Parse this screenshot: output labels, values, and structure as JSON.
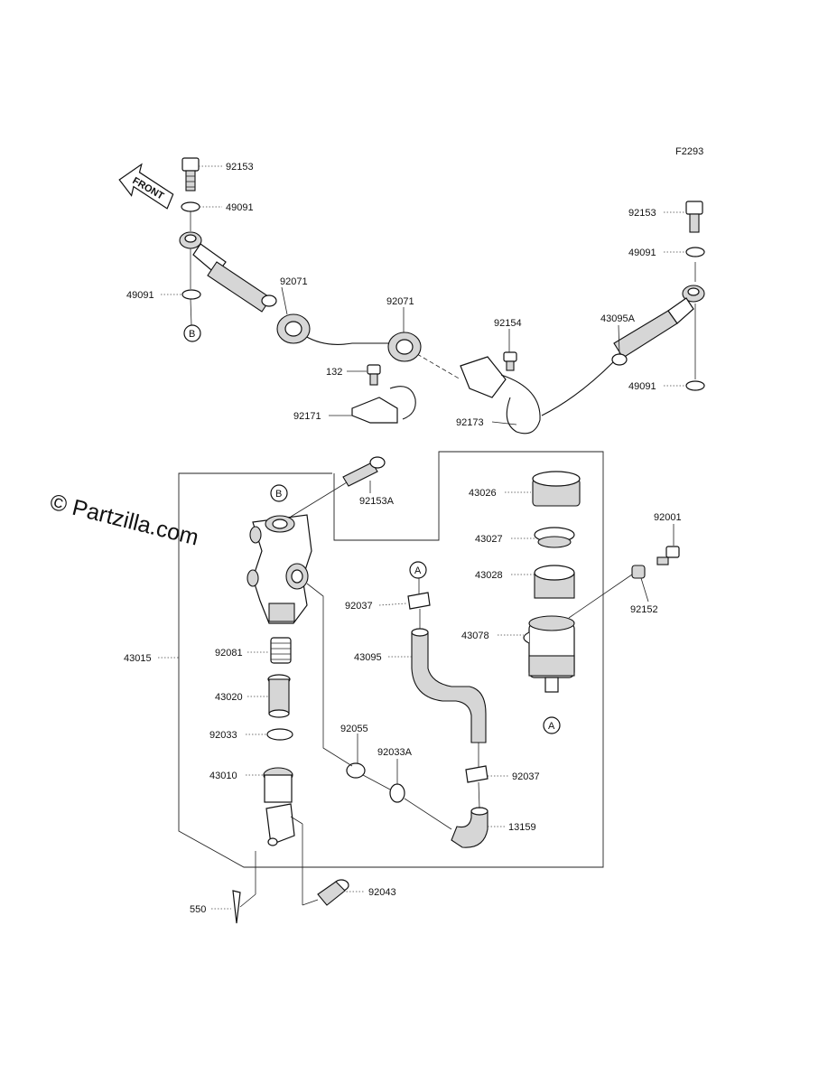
{
  "diagram_code": "F2293",
  "watermark": "© Partzilla.com",
  "front_arrow_label": "FRONT",
  "connector_labels": {
    "a": "A",
    "b": "B"
  },
  "parts": [
    {
      "id": "92153_top_left",
      "number": "92153"
    },
    {
      "id": "49091_top_left",
      "number": "49091"
    },
    {
      "id": "49091_left",
      "number": "49091"
    },
    {
      "id": "92071_left",
      "number": "92071"
    },
    {
      "id": "92071_center",
      "number": "92071"
    },
    {
      "id": "132",
      "number": "132"
    },
    {
      "id": "92171",
      "number": "92171"
    },
    {
      "id": "92154",
      "number": "92154"
    },
    {
      "id": "92173",
      "number": "92173"
    },
    {
      "id": "43095A",
      "number": "43095A"
    },
    {
      "id": "92153_right",
      "number": "92153"
    },
    {
      "id": "49091_right_top",
      "number": "49091"
    },
    {
      "id": "49091_right_bottom",
      "number": "49091"
    },
    {
      "id": "92153A",
      "number": "92153A"
    },
    {
      "id": "43026",
      "number": "43026"
    },
    {
      "id": "43027",
      "number": "43027"
    },
    {
      "id": "43028",
      "number": "43028"
    },
    {
      "id": "43078",
      "number": "43078"
    },
    {
      "id": "92001",
      "number": "92001"
    },
    {
      "id": "92152",
      "number": "92152"
    },
    {
      "id": "92037_top",
      "number": "92037"
    },
    {
      "id": "43095",
      "number": "43095"
    },
    {
      "id": "43015",
      "number": "43015"
    },
    {
      "id": "92081",
      "number": "92081"
    },
    {
      "id": "43020",
      "number": "43020"
    },
    {
      "id": "92033",
      "number": "92033"
    },
    {
      "id": "43010",
      "number": "43010"
    },
    {
      "id": "92055",
      "number": "92055"
    },
    {
      "id": "92033A",
      "number": "92033A"
    },
    {
      "id": "92037_bottom",
      "number": "92037"
    },
    {
      "id": "13159",
      "number": "13159"
    },
    {
      "id": "92043",
      "number": "92043"
    },
    {
      "id": "550",
      "number": "550"
    }
  ]
}
